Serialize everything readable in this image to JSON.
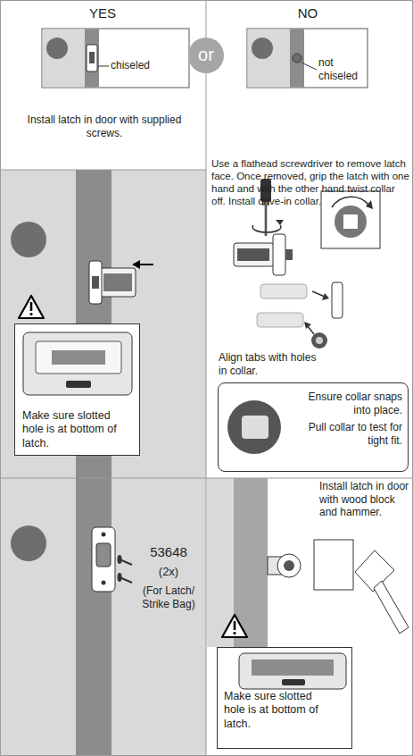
{
  "diagram": {
    "nodes": [
      {
        "text": [
          "or"
        ]
      },
      {
        "text": [
          "Make sure slotted hole is at bottom of latch."
        ]
      },
      {
        "text": [
          "Ensure collar snaps into place.",
          "Pull collar to test for tight fit."
        ]
      },
      {
        "text": [
          "Make sure slotted hole is at bottom of latch."
        ]
      }
    ],
    "labels": [
      "YES",
      "NO",
      "chiseled",
      "not chiseled",
      "Install latch in door with supplied screws.",
      "Use a flathead screwdriver to remove latch face. Once removed, grip the latch with one hand and with the other hand twist collar off. Install drive-in collar.",
      "Align tabs with holes in collar.",
      "53648",
      "(2x)",
      "(For Latch/ Strike Bag)",
      "Install latch in door with wood block and hammer."
    ]
  }
}
